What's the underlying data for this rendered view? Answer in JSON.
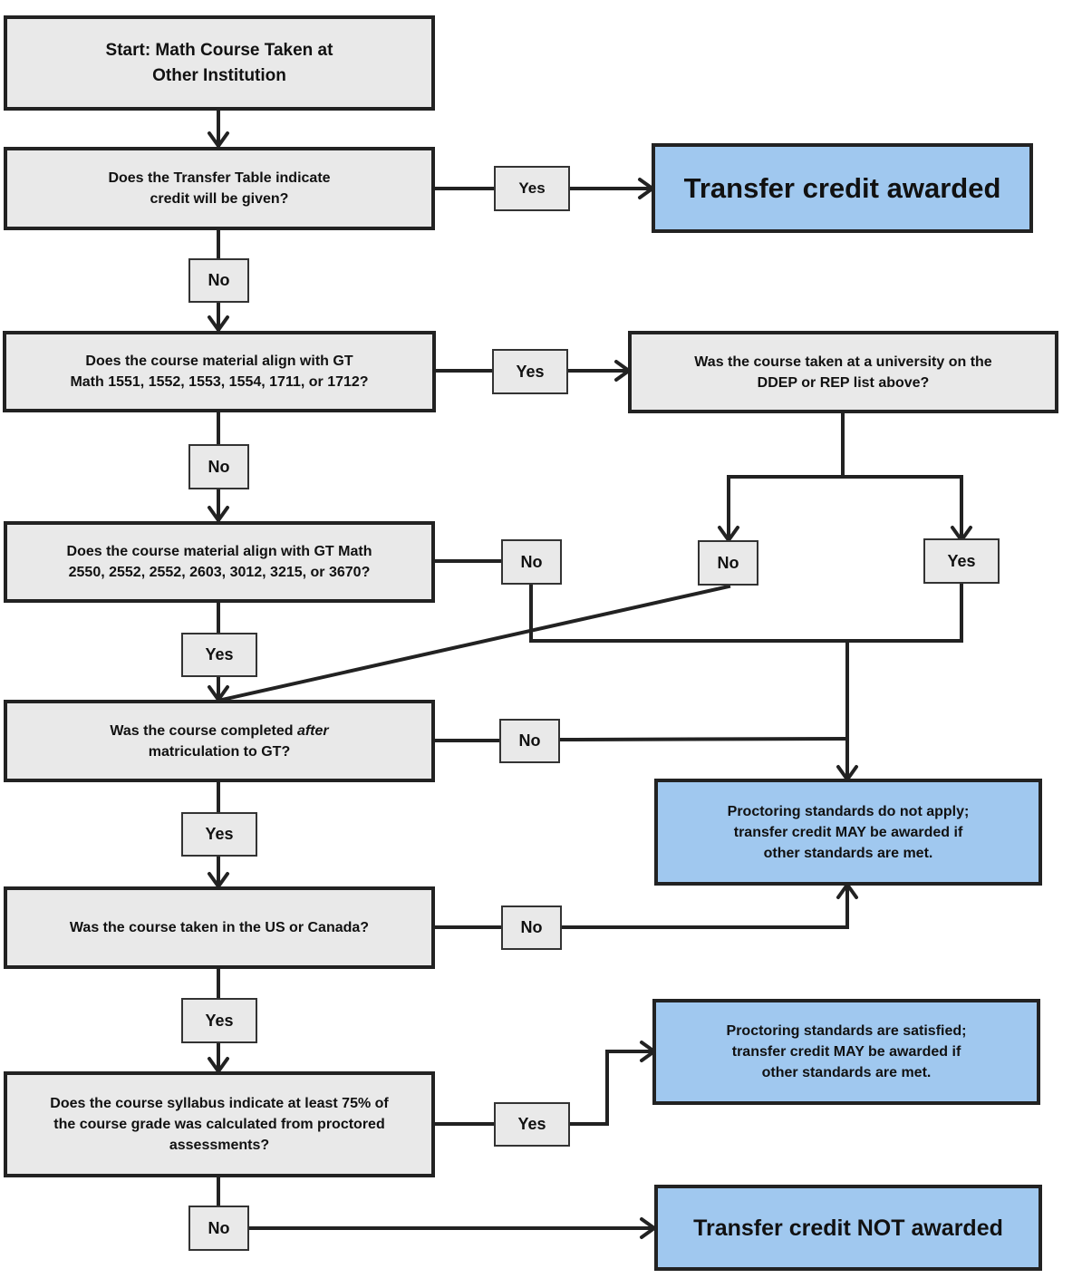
{
  "diagram": {
    "colors": {
      "decision_fill": "#e9e9e9",
      "outcome_fill": "#a0c8ef",
      "line": "#222222"
    },
    "nodes": {
      "start": "Start: Math Course Taken at\nOther Institution",
      "q_transfer_table": "Does the Transfer Table indicate\ncredit will be given?",
      "q_align_1000": "Does the course material align with GT\nMath 1551, 1552, 1553, 1554, 1711, or 1712?",
      "q_align_2000": "Does the course material align with GT Math\n2550, 2552, 2552, 2603, 3012, 3215, or 3670?",
      "q_ddep_rep": "Was the course taken at a university on the\nDDEP or REP list above?",
      "q_after_matric_pre": "Was the course completed ",
      "q_after_matric_em": "after",
      "q_after_matric_post": "\nmatriculation to GT?",
      "q_us_canada": "Was the course taken in the US or Canada?",
      "q_syllabus": "Does the course syllabus indicate at least 75% of\nthe course grade was calculated from proctored\nassessments?",
      "out_awarded": "Transfer credit awarded",
      "out_not_apply": "Proctoring standards do not apply;\ntransfer credit MAY be awarded if\nother standards are met.",
      "out_satisfied": "Proctoring standards are satisfied;\ntransfer credit MAY be awarded if\nother standards are met.",
      "out_not_awarded": "Transfer credit NOT awarded"
    },
    "edge_labels": {
      "transfer_yes": "Yes",
      "transfer_no": "No",
      "align1000_yes": "Yes",
      "align1000_no": "No",
      "align2000_no": "No",
      "align2000_yes": "Yes",
      "ddep_no": "No",
      "ddep_yes": "Yes",
      "after_no": "No",
      "after_yes": "Yes",
      "us_no": "No",
      "us_yes": "Yes",
      "syllabus_yes": "Yes",
      "syllabus_no": "No"
    }
  }
}
